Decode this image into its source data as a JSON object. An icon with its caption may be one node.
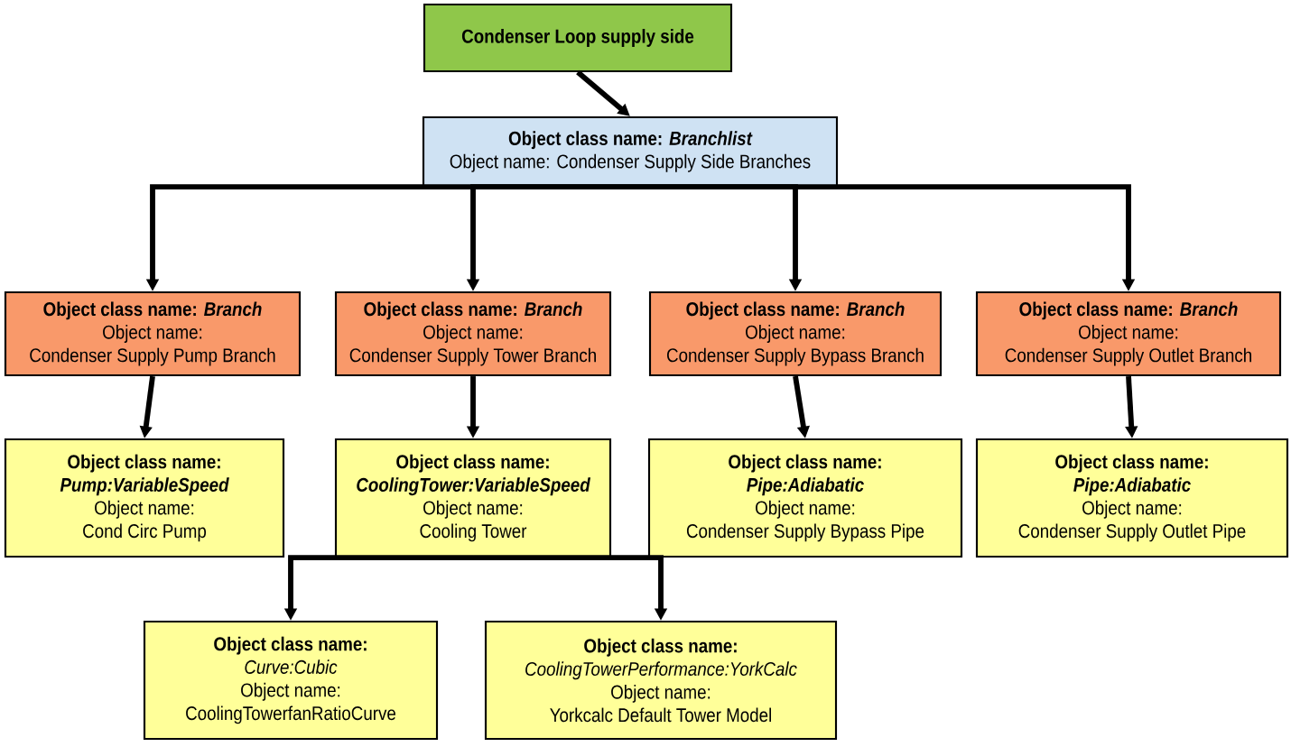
{
  "diagram": {
    "nodes": [
      {
        "text": [
          "Condenser Loop supply side"
        ]
      },
      {
        "text": [
          "Object class name:",
          "Branchlist",
          "Object name:",
          "Condenser Supply Side Branches"
        ]
      },
      {
        "text": [
          "Object class name:",
          "Branch",
          "Object name:",
          "Condenser Supply Pump Branch"
        ]
      },
      {
        "text": [
          "Object class name:",
          "Branch",
          "Object name:",
          "Condenser Supply Tower Branch"
        ]
      },
      {
        "text": [
          "Object class name:",
          "Branch",
          "Object name:",
          "Condenser Supply Bypass Branch"
        ]
      },
      {
        "text": [
          "Object class name:",
          "Branch",
          "Object name:",
          "Condenser Supply Outlet Branch"
        ]
      },
      {
        "text": [
          "Object class name:",
          "Pump:VariableSpeed",
          "Object name:",
          "Cond Circ Pump"
        ]
      },
      {
        "text": [
          "Object class name:",
          "CoolingTower:VariableSpeed",
          "Object name:",
          "Cooling Tower"
        ]
      },
      {
        "text": [
          "Object class name:",
          "Pipe:Adiabatic",
          "Object name:",
          "Condenser Supply Bypass Pipe"
        ]
      },
      {
        "text": [
          "Object class name:",
          "Pipe:Adiabatic",
          "Object name:",
          "Condenser Supply Outlet Pipe"
        ]
      },
      {
        "text": [
          "Object class name:",
          "Curve:Cubic",
          "Object name:",
          "CoolingTowerfanRatioCurve"
        ]
      },
      {
        "text": [
          "Object class name:",
          "CoolingTowerPerformance:YorkCalc",
          "Object name:",
          "Yorkcalc Default Tower Model"
        ]
      }
    ],
    "edges": [
      {
        "from": 0,
        "to": 1,
        "arrow": "to"
      },
      {
        "from": 1,
        "to": 2,
        "arrow": "to"
      },
      {
        "from": 1,
        "to": 3,
        "arrow": "to"
      },
      {
        "from": 1,
        "to": 4,
        "arrow": "to"
      },
      {
        "from": 1,
        "to": 5,
        "arrow": "to"
      },
      {
        "from": 2,
        "to": 6,
        "arrow": "to"
      },
      {
        "from": 3,
        "to": 7,
        "arrow": "to"
      },
      {
        "from": 4,
        "to": 8,
        "arrow": "to"
      },
      {
        "from": 5,
        "to": 9,
        "arrow": "to"
      },
      {
        "from": 7,
        "to": 10,
        "arrow": "to"
      },
      {
        "from": 7,
        "to": 11,
        "arrow": "to"
      }
    ]
  }
}
